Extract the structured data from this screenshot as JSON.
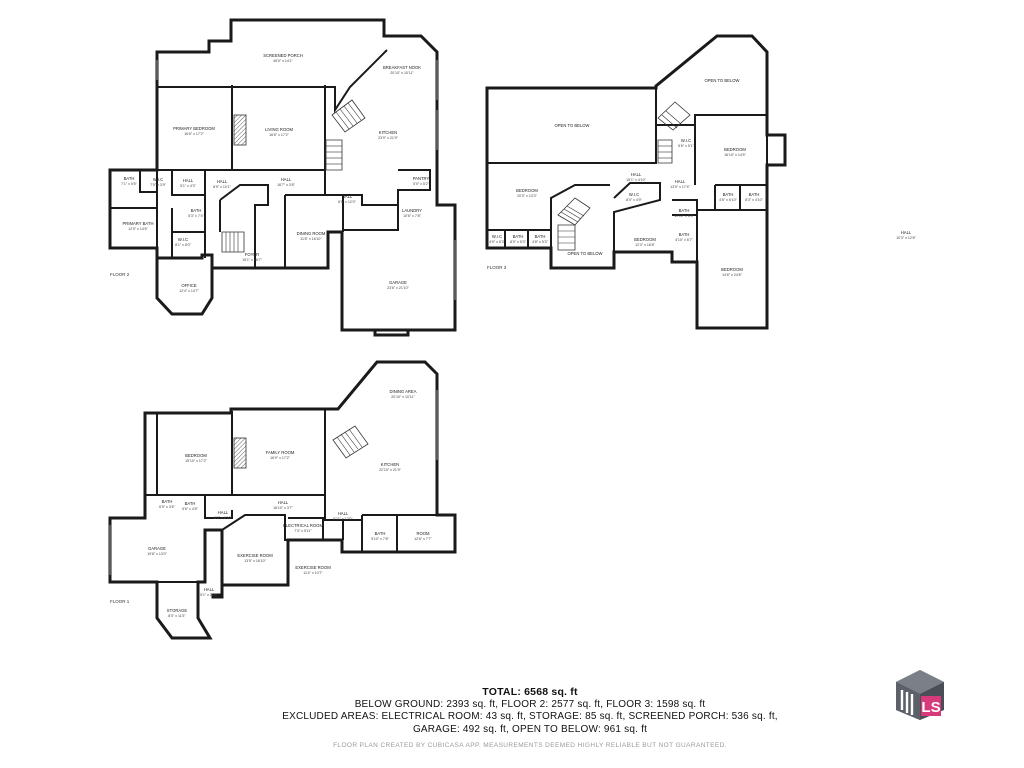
{
  "floors": [
    {
      "id": "floor2",
      "label": "FLOOR 2",
      "rooms": [
        {
          "key": "screened-porch",
          "name": "SCREENED PORCH",
          "dim": "45'0\" x 14'1\""
        },
        {
          "key": "breakfast-nook",
          "name": "BREAKFAST NOOK",
          "dim": "20'10\" x 10'11\""
        },
        {
          "key": "primary-bedroom",
          "name": "PRIMARY BEDROOM",
          "dim": "16'6\" x 17'2\""
        },
        {
          "key": "living-room",
          "name": "LIVING ROOM",
          "dim": "16'6\" x 17'2\""
        },
        {
          "key": "kitchen",
          "name": "KITCHEN",
          "dim": "23'9\" x 21'9\""
        },
        {
          "key": "bath",
          "name": "BATH",
          "dim": "7'1\" x 5'5\""
        },
        {
          "key": "wic",
          "name": "W.I.C",
          "dim": "7'0\" x 3'9\""
        },
        {
          "key": "hall-a",
          "name": "HALL",
          "dim": "5'1\" x 4'3\""
        },
        {
          "key": "hall-b",
          "name": "HALL",
          "dim": "8'9\" x 10'1\""
        },
        {
          "key": "hall-c",
          "name": "HALL",
          "dim": "16'7\" x 3'8\""
        },
        {
          "key": "pantry",
          "name": "PANTRY",
          "dim": "5'0\" x 5'2\""
        },
        {
          "key": "bath-2",
          "name": "BATH",
          "dim": "5'3\" x 7'4\""
        },
        {
          "key": "hall-d",
          "name": "HALL",
          "dim": "6'5\" x 12'0\""
        },
        {
          "key": "laundry",
          "name": "LAUNDRY",
          "dim": "10'6\" x 7'8\""
        },
        {
          "key": "primary-bath",
          "name": "PRIMARY BATH",
          "dim": "12'0\" x 14'6\""
        },
        {
          "key": "wic-2",
          "name": "W.I.C",
          "dim": "8'1\" x 8'0\""
        },
        {
          "key": "dining-room",
          "name": "DINING ROOM",
          "dim": "11'8\" x 16'10\""
        },
        {
          "key": "foyer",
          "name": "FOYER",
          "dim": "15'1\" x 16'7\""
        },
        {
          "key": "office",
          "name": "OFFICE",
          "dim": "12'4\" x 14'7\""
        },
        {
          "key": "garage",
          "name": "GARAGE",
          "dim": "23'6\" x 21'10\""
        }
      ]
    },
    {
      "id": "floor3",
      "label": "FLOOR 3",
      "rooms": [
        {
          "key": "open-below-a",
          "name": "OPEN TO BELOW",
          "dim": ""
        },
        {
          "key": "open-below-b",
          "name": "OPEN TO BELOW",
          "dim": ""
        },
        {
          "key": "wic",
          "name": "W.I.C",
          "dim": "5'6\" x 5'1\""
        },
        {
          "key": "bedroom-a",
          "name": "BEDROOM",
          "dim": "16'10\" x 14'5\""
        },
        {
          "key": "bedroom-b",
          "name": "BEDROOM",
          "dim": "20'0\" x 13'3\""
        },
        {
          "key": "hall-a",
          "name": "HALL",
          "dim": "15'1\" x 4'10\""
        },
        {
          "key": "hall-b",
          "name": "HALL",
          "dim": "13'5\" x 17'4\""
        },
        {
          "key": "wic-b",
          "name": "W.I.C",
          "dim": "8'0\" x 4'9\""
        },
        {
          "key": "bath-a",
          "name": "BATH",
          "dim": "4'6\" x 6'10\""
        },
        {
          "key": "bath-b",
          "name": "BATH",
          "dim": "8'3\" x 4'10\""
        },
        {
          "key": "bath-c",
          "name": "BATH",
          "dim": "10'10\" x 6'5\""
        },
        {
          "key": "wic-c",
          "name": "W.I.C",
          "dim": "4'9\" x 5'3\""
        },
        {
          "key": "bath-d",
          "name": "BATH",
          "dim": "8'0\" x 5'3\""
        },
        {
          "key": "bath-e",
          "name": "BATH",
          "dim": "4'8\" x 5'3\""
        },
        {
          "key": "bath-f",
          "name": "BATH",
          "dim": "4'10\" x 6'7\""
        },
        {
          "key": "open-below-c",
          "name": "OPEN TO BELOW",
          "dim": ""
        },
        {
          "key": "bedroom-c",
          "name": "BEDROOM",
          "dim": "12'3\" x 16'8\""
        },
        {
          "key": "bedroom-d",
          "name": "BEDROOM",
          "dim": "14'6\" x 24'8\""
        }
      ],
      "detached": {
        "name": "HALL",
        "dim": "10'3\" x 12'8\""
      }
    },
    {
      "id": "floor1",
      "label": "FLOOR 1",
      "rooms": [
        {
          "key": "dining-area",
          "name": "DINING AREA",
          "dim": "20'10\" x 10'11\""
        },
        {
          "key": "bedroom",
          "name": "BEDROOM",
          "dim": "15'10\" x 17'2\""
        },
        {
          "key": "family-room",
          "name": "FAMILY ROOM",
          "dim": "16'9\" x 17'2\""
        },
        {
          "key": "kitchen",
          "name": "KITCHEN",
          "dim": "22'10\" x 21'9\""
        },
        {
          "key": "bath-a",
          "name": "BATH",
          "dim": "6'5\" x 3'6\""
        },
        {
          "key": "bath-b",
          "name": "BATH",
          "dim": "5'6\" x 4'8\""
        },
        {
          "key": "hall-a",
          "name": "HALL",
          "dim": "16'10\" x 3'7\""
        },
        {
          "key": "hall-b",
          "name": "HALL",
          "dim": "8'0\" x 6'10\""
        },
        {
          "key": "hall-c",
          "name": "HALL",
          "dim": "6'11\" x 12'0\""
        },
        {
          "key": "electrical-room",
          "name": "ELECTRICAL ROOM",
          "dim": "7'3\" x 5'11\""
        },
        {
          "key": "bath-c",
          "name": "BATH",
          "dim": "5'10\" x 7'8\""
        },
        {
          "key": "room",
          "name": "ROOM",
          "dim": "12'6\" x 7'7\""
        },
        {
          "key": "garage",
          "name": "GARAGE",
          "dim": "19'8\" x 13'0\""
        },
        {
          "key": "exercise-room-a",
          "name": "EXERCISE ROOM",
          "dim": "13'5\" x 16'10\""
        },
        {
          "key": "exercise-room-b",
          "name": "EXERCISE ROOM",
          "dim": "11'4\" x 10'7\""
        },
        {
          "key": "hall-d",
          "name": "HALL",
          "dim": "5'1\" x 20'0\""
        },
        {
          "key": "storage",
          "name": "STORAGE",
          "dim": "8'0\" x 11'5\""
        }
      ]
    }
  ],
  "summary": {
    "total": "TOTAL: 6568 sq. ft",
    "line1": "BELOW GROUND: 2393 sq. ft, FLOOR 2: 2577 sq. ft, FLOOR 3: 1598 sq. ft",
    "line2": "EXCLUDED AREAS: ELECTRICAL ROOM: 43 sq. ft, STORAGE: 85 sq. ft, SCREENED PORCH: 536 sq. ft,",
    "line3": "GARAGE: 492 sq. ft, OPEN TO BELOW: 961 sq. ft"
  },
  "disclaimer": "FLOOR PLAN CREATED BY CUBICASA APP. MEASUREMENTS DEEMED HIGHLY RELIABLE BUT NOT GUARANTEED.",
  "logo": {
    "icon": "stacked-cubes-logo-icon",
    "text": "LS",
    "colors": {
      "dark": "#4a4f57",
      "mid": "#7b8088",
      "accent": "#d63a7a"
    }
  }
}
